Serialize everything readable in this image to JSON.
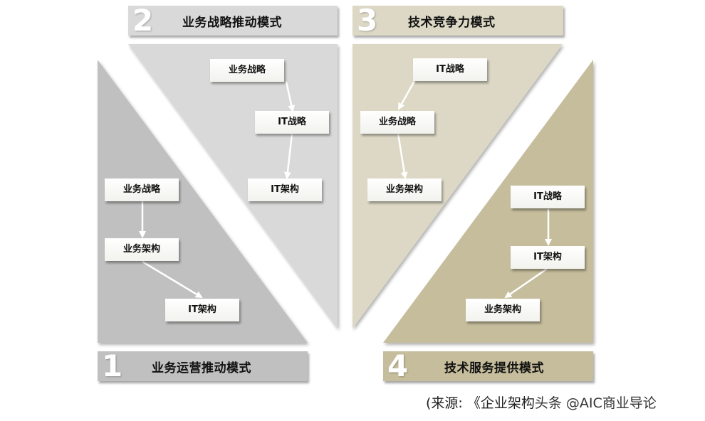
{
  "colors": {
    "panel1": "#c0c0c0",
    "panel2": "#d9d9d9",
    "panel3": "#dcd8c5",
    "panel4": "#c5bd9b",
    "node_bg": "#ffffff",
    "arrow": "#ffffff",
    "text": "#111111"
  },
  "panels": [
    {
      "number": "1",
      "title": "业务运营推动模式",
      "nodes": [
        "业务战略",
        "业务架构",
        "IT架构"
      ]
    },
    {
      "number": "2",
      "title": "业务战略推动模式",
      "nodes": [
        "业务战略",
        "IT战略",
        "IT架构"
      ]
    },
    {
      "number": "3",
      "title": "技术竞争力模式",
      "nodes": [
        "IT战略",
        "业务战略",
        "业务架构"
      ]
    },
    {
      "number": "4",
      "title": "技术服务提供模式",
      "nodes": [
        "IT战略",
        "IT架构",
        "业务架构"
      ]
    }
  ],
  "footer": {
    "source": "(来源: 《企业架构",
    "watermark": "头条 @AIC商业导论"
  }
}
